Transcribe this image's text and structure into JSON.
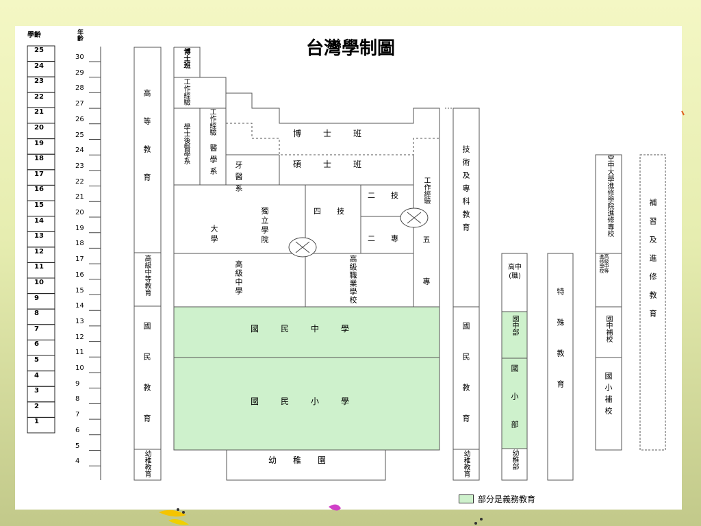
{
  "title": "台灣學制圖",
  "headers": {
    "grade": "學齡",
    "age": "年齡"
  },
  "grades": [
    "25",
    "24",
    "23",
    "22",
    "21",
    "20",
    "19",
    "18",
    "17",
    "16",
    "15",
    "14",
    "13",
    "12",
    "11",
    "10",
    "9",
    "8",
    "7",
    "6",
    "5",
    "4",
    "3",
    "2",
    "1"
  ],
  "ages": [
    "30",
    "29",
    "28",
    "27",
    "26",
    "25",
    "24",
    "23",
    "22",
    "21",
    "20",
    "19",
    "18",
    "17",
    "16",
    "15",
    "14",
    "13",
    "12",
    "11",
    "10",
    "9",
    "8",
    "7",
    "6",
    "5",
    "4"
  ],
  "columns": {
    "higher_ed": "高等教育",
    "senior_secondary": "高級中等教育",
    "national_ed": "國民教育",
    "preschool": "幼稚教育"
  },
  "main": {
    "phd_cell": "博士班",
    "work_exp_1": "工作經驗",
    "work_exp_2": "工作經驗",
    "work_exp_3": "工作經驗",
    "post_bacc": "學士後醫學系",
    "medical": "醫學系",
    "dental": "牙醫系",
    "doctoral": "博　士　班",
    "masters": "碩　士　班",
    "independent_college": "獨立學院",
    "university": "大學",
    "four_year_tech": "四　技",
    "two_year_tech": "二　技",
    "two_year_jc": "二　專",
    "five_year_jc": "五專",
    "senior_high": "高級中學",
    "vocational": "高級職業學校",
    "junior_high": "國　民　中　學",
    "elementary": "國　民　小　學",
    "kindergarten": "幼　稚　園"
  },
  "tech_column": {
    "upper": "技術及專科教育",
    "lower": "國民教育",
    "preschool": "幼稚教育"
  },
  "attached": {
    "senior": "高中(職)",
    "junior": "國中部",
    "elementary": "國小部",
    "preschool": "幼稚部"
  },
  "special_ed": "特殊教育",
  "supplementary": {
    "open_univ": "空中大學進修學院進修專校",
    "senior_supp": "高級中等進修學校",
    "junior_supp": "國中補校",
    "elem_supp": "國小補校"
  },
  "continuing_ed": "補習及進修教育",
  "legend": {
    "label": "部分是義務教育",
    "color": "#cef1cc"
  },
  "colors": {
    "compulsory": "#cef1cc",
    "border": "#555555"
  }
}
